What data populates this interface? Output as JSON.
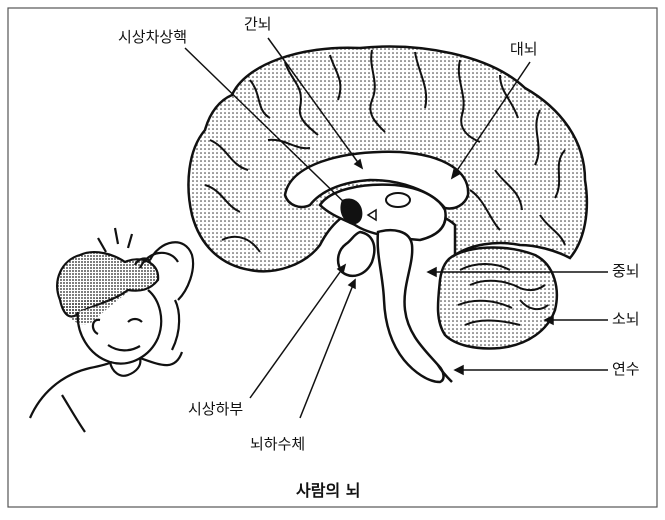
{
  "caption": "사람의 뇌",
  "labels": {
    "thalamic_nucleus": "시상차상핵",
    "interbrain": "간뇌",
    "cerebrum": "대뇌",
    "midbrain": "중뇌",
    "cerebellum": "소뇌",
    "medulla": "연수",
    "hypothalamus": "시상하부",
    "pituitary": "뇌하수체"
  }
}
